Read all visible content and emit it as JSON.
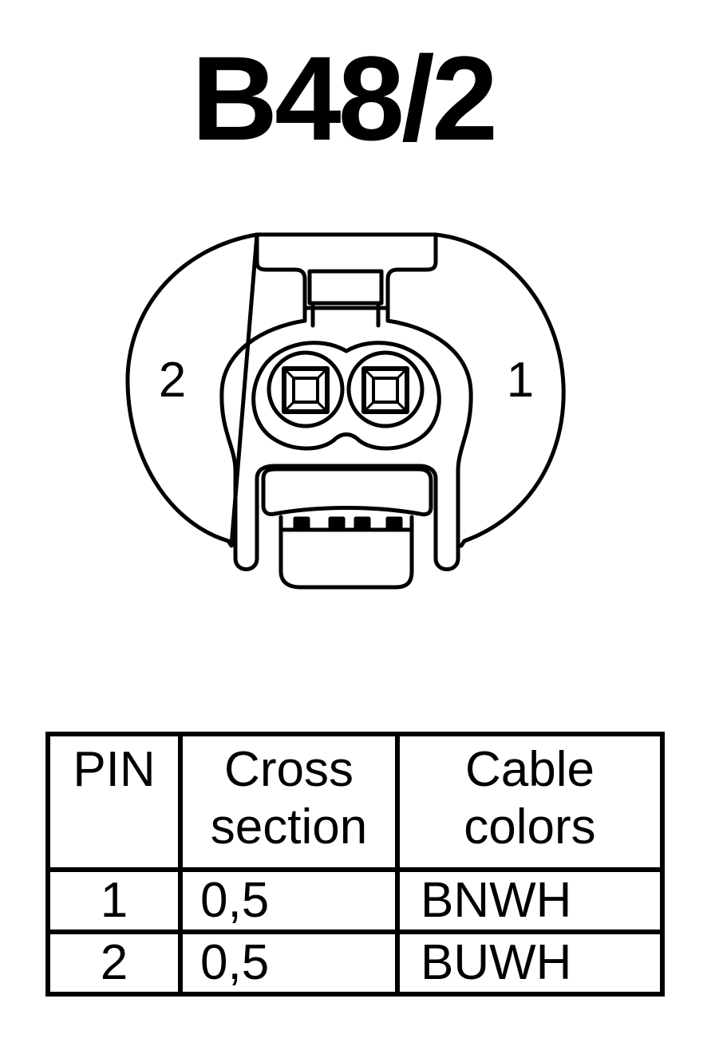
{
  "connector": {
    "title": "B48/2",
    "pin_labels": {
      "left": "2",
      "right": "1"
    }
  },
  "table": {
    "headers": {
      "pin": "PIN",
      "cross_section_line1": "Cross",
      "cross_section_line2": "section",
      "cable_colors_line1": "Cable",
      "cable_colors_line2": "colors"
    },
    "rows": [
      {
        "pin": "1",
        "cross_section": "0,5",
        "cable_colors": "BNWH"
      },
      {
        "pin": "2",
        "cross_section": "0,5",
        "cable_colors": "BUWH"
      }
    ]
  }
}
